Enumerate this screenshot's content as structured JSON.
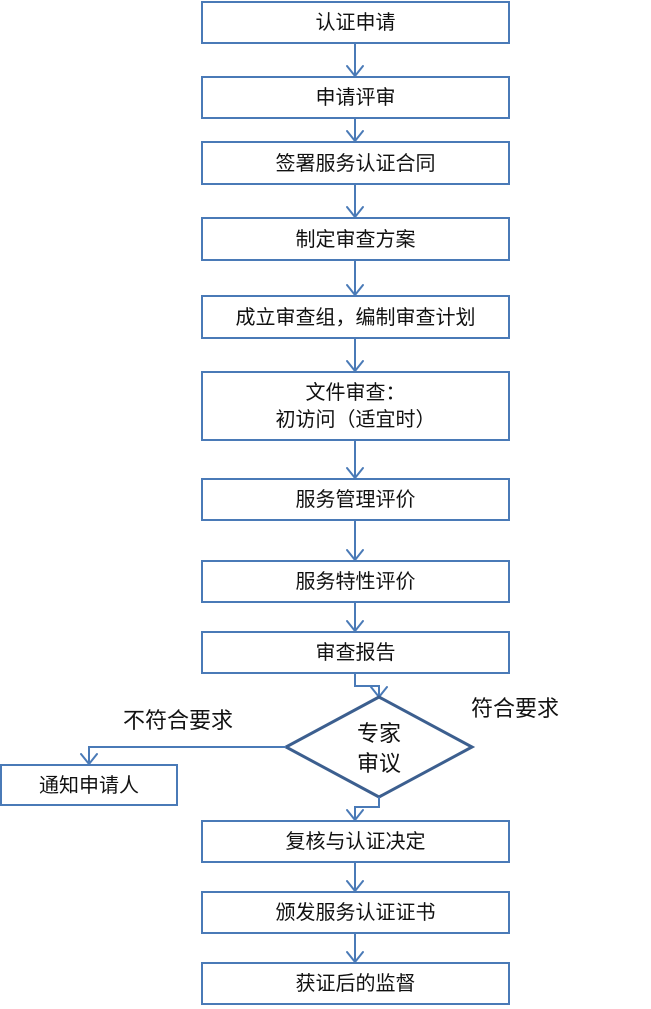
{
  "steps": [
    "认证申请",
    "申请评审",
    "签署服务认证合同",
    "制定审查方案",
    "成立审查组，编制审查计划",
    "文件审查：",
    "初访问（适宜时）",
    "服务管理评价",
    "服务特性评价",
    "审查报告"
  ],
  "decision": {
    "line1": "专家",
    "line2": "审议"
  },
  "branch": {
    "fail_label": "不符合要求",
    "pass_label": "符合要求",
    "fail_target": "通知申请人"
  },
  "after_steps": [
    "复核与认证决定",
    "颁发服务认证证书",
    "获证后的监督"
  ],
  "colors": {
    "box_border": "#4a7ab7",
    "diamond_border": "#3c5f8f",
    "connector": "#4a7ab7"
  }
}
